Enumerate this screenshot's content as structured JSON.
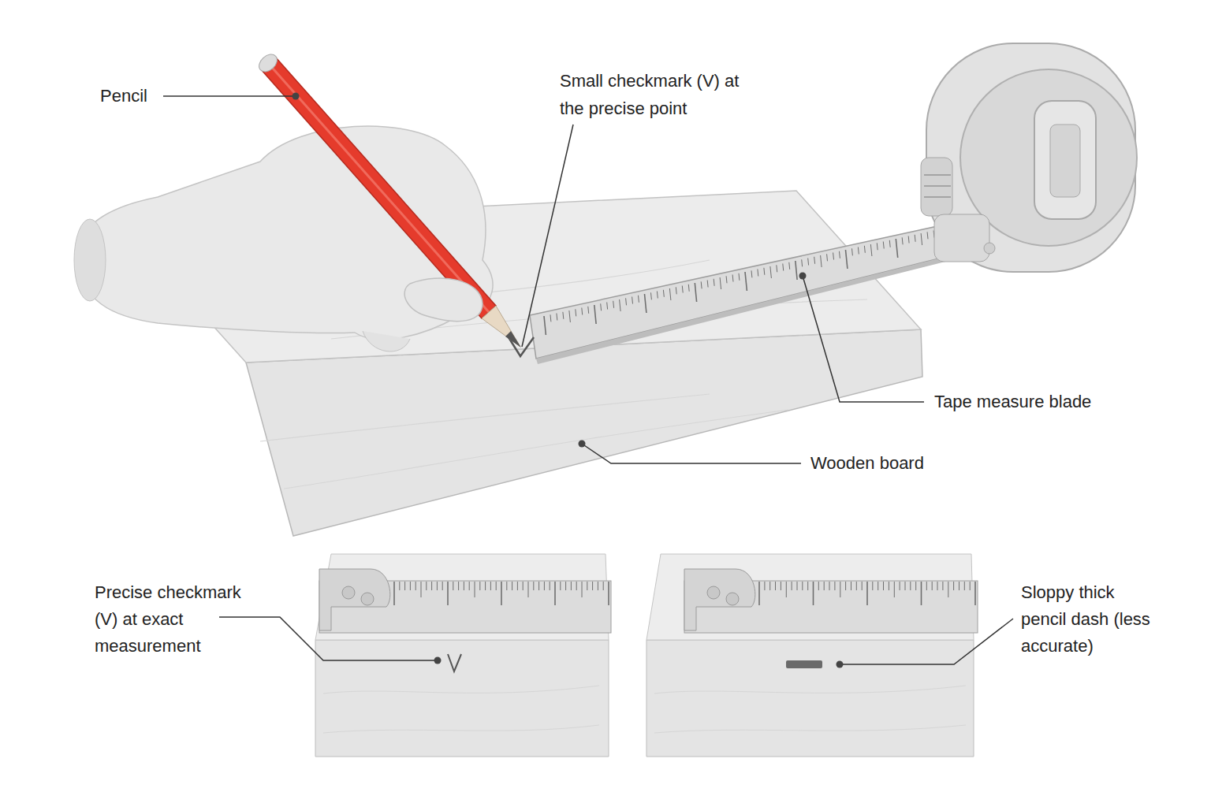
{
  "diagram": {
    "labels": [
      "Pencil",
      "Small checkmark (V) at the precise point",
      "Tape measure blade",
      "Wooden board",
      "Precise checkmark (V)  at exact measurement",
      "Sloppy thick pencil dash (less accurate)"
    ]
  }
}
